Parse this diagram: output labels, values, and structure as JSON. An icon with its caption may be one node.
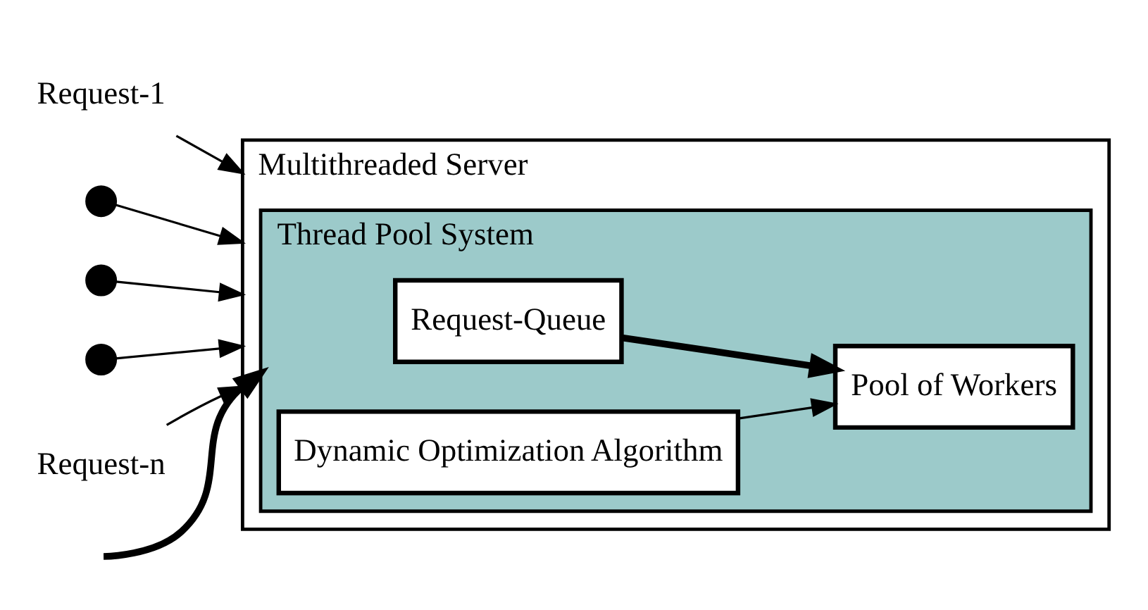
{
  "diagram": {
    "nodes": [
      {
        "text": [
          "Multithreaded Server"
        ]
      },
      {
        "text": [
          "Thread Pool System"
        ],
        "in": 0
      },
      {
        "text": [
          "Request-Queue"
        ],
        "in": 1
      },
      {
        "text": [
          "Pool of Workers"
        ],
        "in": 1
      },
      {
        "text": [
          "Dynamic Optimization Algorithm"
        ],
        "in": 1
      },
      {
        "text": [
          "Request-1"
        ]
      },
      {
        "text": [],
        "shape": "circle"
      },
      {
        "text": [],
        "shape": "circle"
      },
      {
        "text": [],
        "shape": "circle"
      },
      {
        "text": [
          "Request-n"
        ]
      }
    ],
    "edges": [
      {
        "from": 5,
        "to": 0,
        "arrow": "to"
      },
      {
        "from": 6,
        "to": 0,
        "arrow": "to"
      },
      {
        "from": 7,
        "to": 0,
        "arrow": "to"
      },
      {
        "from": 8,
        "to": 0,
        "arrow": "to"
      },
      {
        "from": 9,
        "to": 0,
        "arrow": "to"
      },
      {
        "from": null,
        "to": 1,
        "arrow": "to",
        "style": "thick"
      },
      {
        "from": 2,
        "to": 3,
        "arrow": "to",
        "style": "thick"
      },
      {
        "from": 4,
        "to": 3,
        "arrow": "to"
      }
    ]
  }
}
